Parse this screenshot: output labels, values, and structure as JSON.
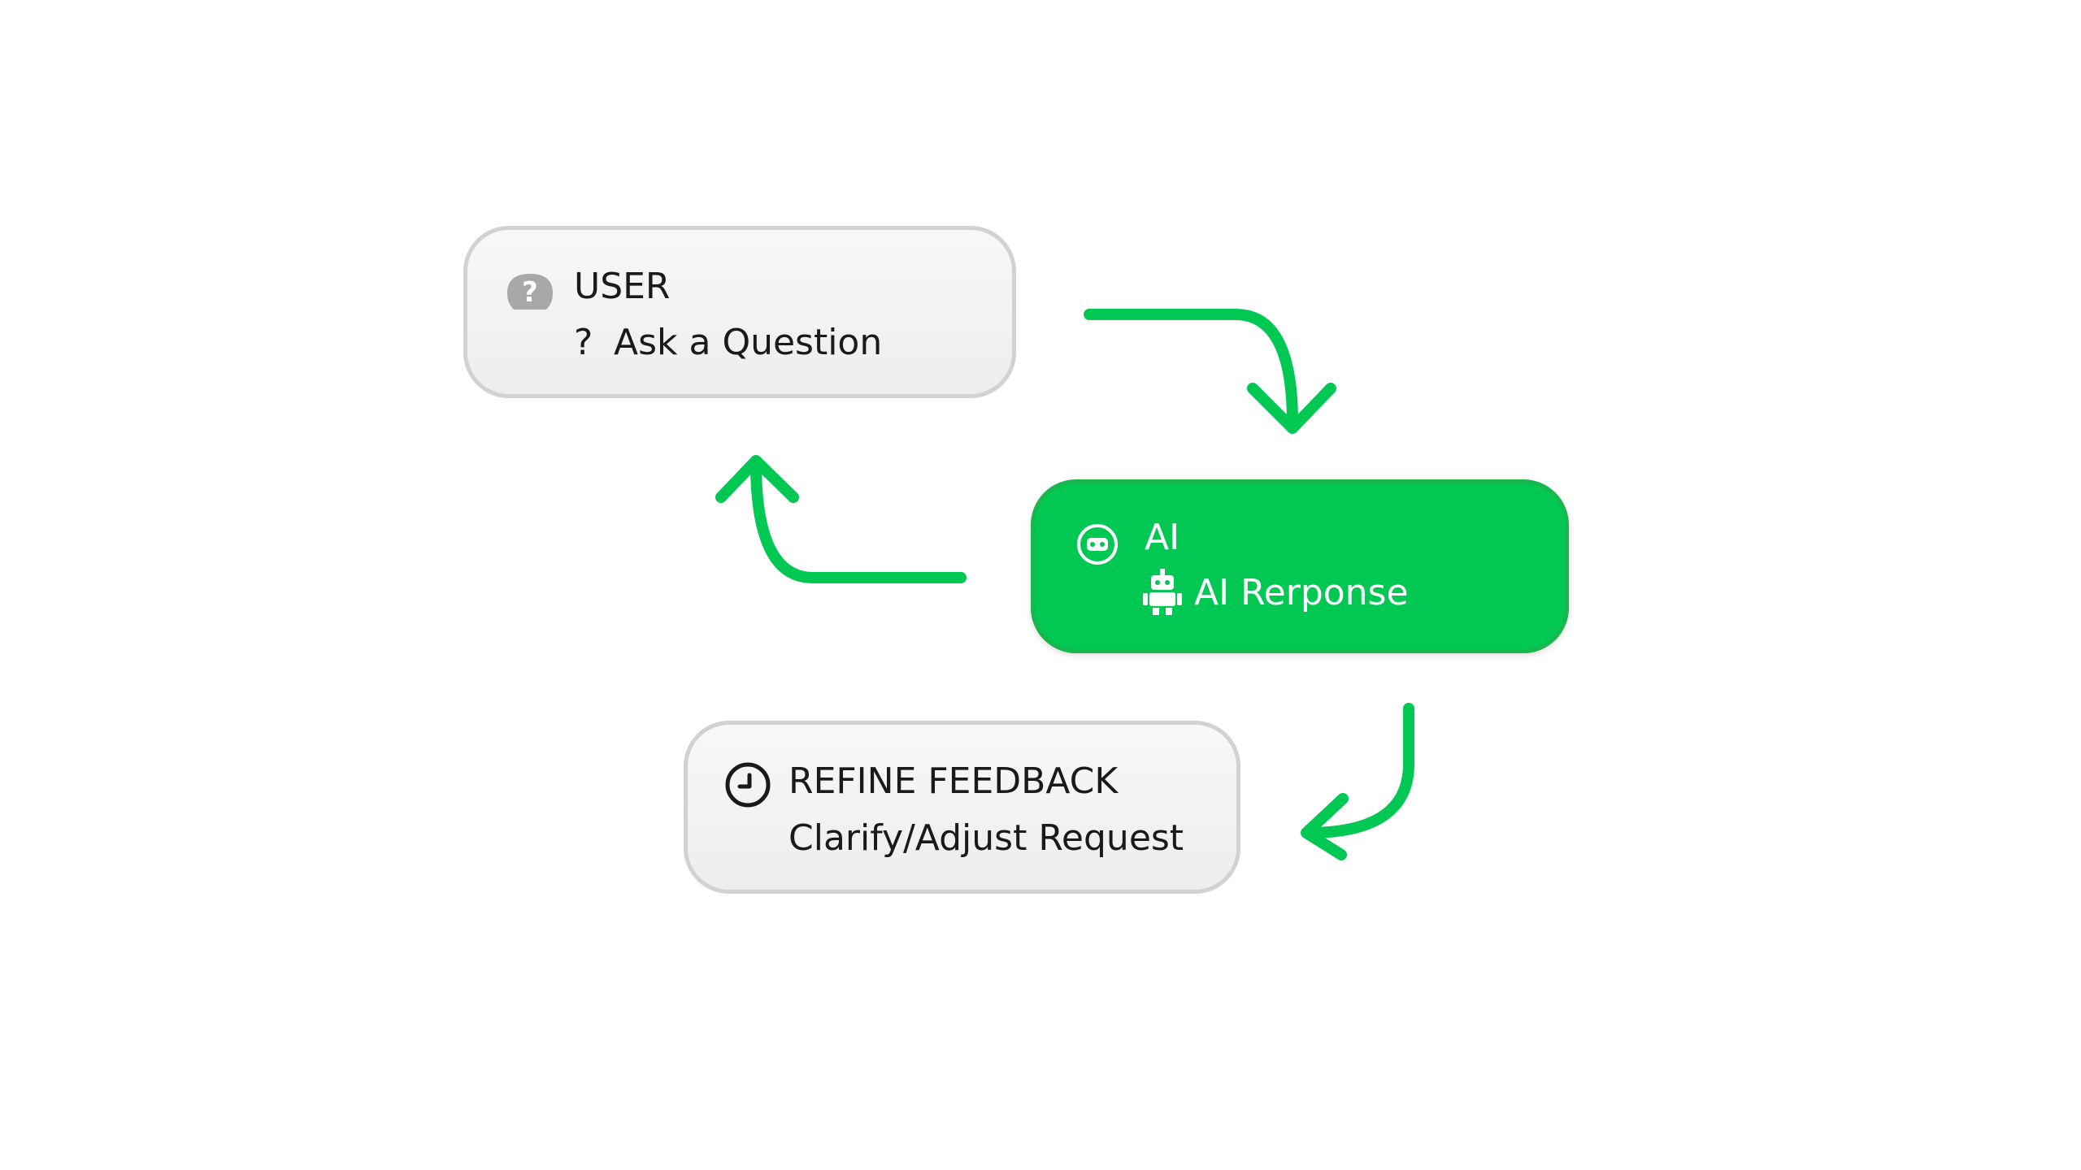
{
  "colors": {
    "accent": "#00c853",
    "box_fill": "#f2f2f2",
    "box_border": "#d2d2d2",
    "text": "#1a1a1a"
  },
  "nodes": {
    "user": {
      "icon": "question-badge-icon",
      "title": "USER",
      "subtitle_icon": "?",
      "subtitle": "Ask a Question"
    },
    "ai": {
      "icon": "ai-bot-face-icon",
      "title": "AI",
      "subtitle_icon": "robot-icon",
      "subtitle": "AI Rerponse"
    },
    "refine": {
      "icon": "clock-icon",
      "title": "REFINE FEEDBACK",
      "subtitle": "Clarify/Adjust Request"
    }
  },
  "edges": [
    {
      "from": "user",
      "to": "ai"
    },
    {
      "from": "ai",
      "to": "user"
    },
    {
      "from": "ai",
      "to": "refine"
    }
  ]
}
